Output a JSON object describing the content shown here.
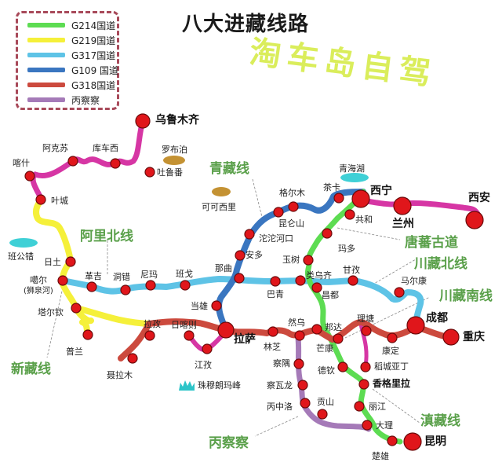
{
  "title": "八大进藏线路",
  "watermark": "淘车岛自驾",
  "legend": {
    "items": [
      {
        "label": "G214国道",
        "color": "#5ddc52"
      },
      {
        "label": "G219国道",
        "color": "#f5f03a"
      },
      {
        "label": "G317国道",
        "color": "#5ec3e6"
      },
      {
        "label": "G109 国道",
        "color": "#3a76c0"
      },
      {
        "label": "G318国道",
        "color": "#cc4a3e"
      },
      {
        "label": "丙察察",
        "color": "#a57ab8"
      }
    ],
    "border_color": "#a84a5a"
  },
  "route_names": {
    "qingzang": "青藏线",
    "alibei": "阿里北线",
    "tangfan": "唐蕃古道",
    "chuanzangbei": "川藏北线",
    "chuanzangnan": "川藏南线",
    "xinzang": "新藏线",
    "bingchacha": "丙察察",
    "dianzang": "滇藏线"
  },
  "cities": {
    "wulumuqi": "乌鲁木齐",
    "akesu": "阿克苏",
    "kuchexi": "库车西",
    "kashi": "喀什",
    "yecheng": "叶城",
    "tulufan": "吐鲁番",
    "ritu": "日土",
    "gaer": "噶尔",
    "gaer_sub": "(狮泉河)",
    "taerqin": "塔尔钦",
    "pulan": "普兰",
    "geji": "革吉",
    "dongcuo": "洞错",
    "nima": "尼玛",
    "bange": "班戈",
    "naqu": "那曲",
    "dangxiong": "当雄",
    "lazi": "拉孜",
    "rikaze": "日喀则",
    "jiangzi": "江孜",
    "nielamu": "聂拉木",
    "lasa": "拉萨",
    "linzhi": "林芝",
    "ranwu": "然乌",
    "bangda": "邦达",
    "mangkang": "芒康",
    "litang": "理塘",
    "kangding": "康定",
    "chengdu": "成都",
    "chongqing": "重庆",
    "geermu": "格尔木",
    "kunlunshan": "昆仑山",
    "tuotuoheko": "沱沱河口",
    "anduo": "安多",
    "chaka": "茶卡",
    "xining": "西宁",
    "lanzhou": "兰州",
    "xian": "西安",
    "gonghe": "共和",
    "maduo": "玛多",
    "yushu": "玉树",
    "leiwuqi": "类乌齐",
    "ganzi": "甘孜",
    "maerkang": "马尔康",
    "baqing": "巴青",
    "changdu": "昌都",
    "chawa": "察隅",
    "chawalong": "察瓦龙",
    "bingzhongluo": "丙中洛",
    "gongshan": "贡山",
    "deqin": "德钦",
    "daochengyading": "稻城亚丁",
    "xianggelila": "香格里拉",
    "lijiang": "丽江",
    "dali": "大理",
    "chuxiong": "楚雄",
    "kunming": "昆明"
  },
  "lakes": {
    "luobupo": "罗布泊",
    "kekexili": "可可西里",
    "qinghaihu": "青海湖",
    "bangongcuo": "班公错"
  },
  "peak": {
    "label": "珠穆朗玛峰",
    "icon": "mountain-icon",
    "color": "#2cc4c8"
  },
  "colors": {
    "station_fill": "#e0161b",
    "station_stroke": "#6a0a0a",
    "route_label": "#5aa04a",
    "magenta": "#d636a4",
    "lake_blue": "#3fd0d6",
    "lake_brown": "#c49233"
  }
}
